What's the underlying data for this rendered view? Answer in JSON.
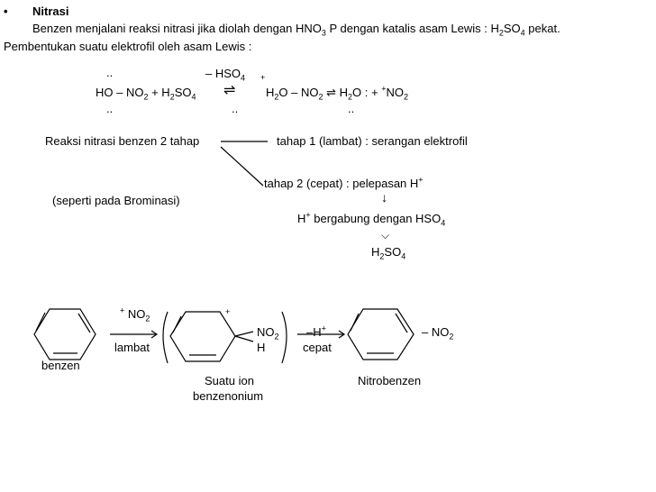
{
  "slide": {
    "bullet": "•",
    "title": "Nitrasi",
    "intro_line1_a": "Benzen menjalani reaksi nitrasi jika diolah dengan HNO",
    "intro_line1_sub": "3",
    "intro_line1_b": " P dengan katalis asam Lewis : H",
    "intro_line1_sub2": "2",
    "intro_line1_c": "SO",
    "intro_line1_sub3": "4",
    "intro_line1_d": " pekat.",
    "intro_line2": "Pembentukan suatu  elektrofil oleh asam Lewis  :"
  },
  "equation": {
    "dots": "..",
    "hso4": "– HSO",
    "hso4_sub": "4",
    "plus_sup": "+",
    "reactant_a": "HO – NO",
    "reactant_sub": "2",
    "reactant_b": "  +  H",
    "reactant_sub2": "2",
    "reactant_c": "SO",
    "reactant_sub3": "4",
    "arrow_eq": "⇌",
    "product_a": "H",
    "product_sub": "2",
    "product_b": "O – NO",
    "product_sub2": "2",
    "product_c": "  ⇌ H",
    "product_sub3": "2",
    "product_d": "O :  +  ",
    "product_sup": "+",
    "product_e": "NO",
    "product_sub4": "2"
  },
  "mechanism": {
    "heading": "Reaksi nitrasi benzen 2 tahap",
    "step1": "tahap 1 (lambat) : serangan elektrofil",
    "step2": "tahap 2 (cepat)  : pelepasan H",
    "step2_sup": "+",
    "note": "(seperti pada Brominasi)",
    "down_arrow": "↓",
    "combine_a": "H",
    "combine_sup": "+",
    "combine_b": " bergabung dengan HSO",
    "combine_sub": "4",
    "down_arrow2": "⌵",
    "result_a": "H",
    "result_sub": "2",
    "result_b": "SO",
    "result_sub2": "4"
  },
  "scheme": {
    "reagent_sup": "+",
    "reagent": " NO",
    "reagent_sub": "2",
    "arrow1_label": "lambat",
    "benzene_label": "benzen",
    "cation_plus": "+",
    "sub_no2": "NO",
    "sub_no2_sub": "2",
    "sub_h": "H",
    "loss_a": "–H",
    "loss_sup": "+",
    "arrow2_label": "cepat",
    "ion_label_1": "Suatu ion",
    "ion_label_2": "benzenonium",
    "product_label": "Nitrobenzen",
    "product_group": "– NO",
    "product_group_sub": "2"
  }
}
